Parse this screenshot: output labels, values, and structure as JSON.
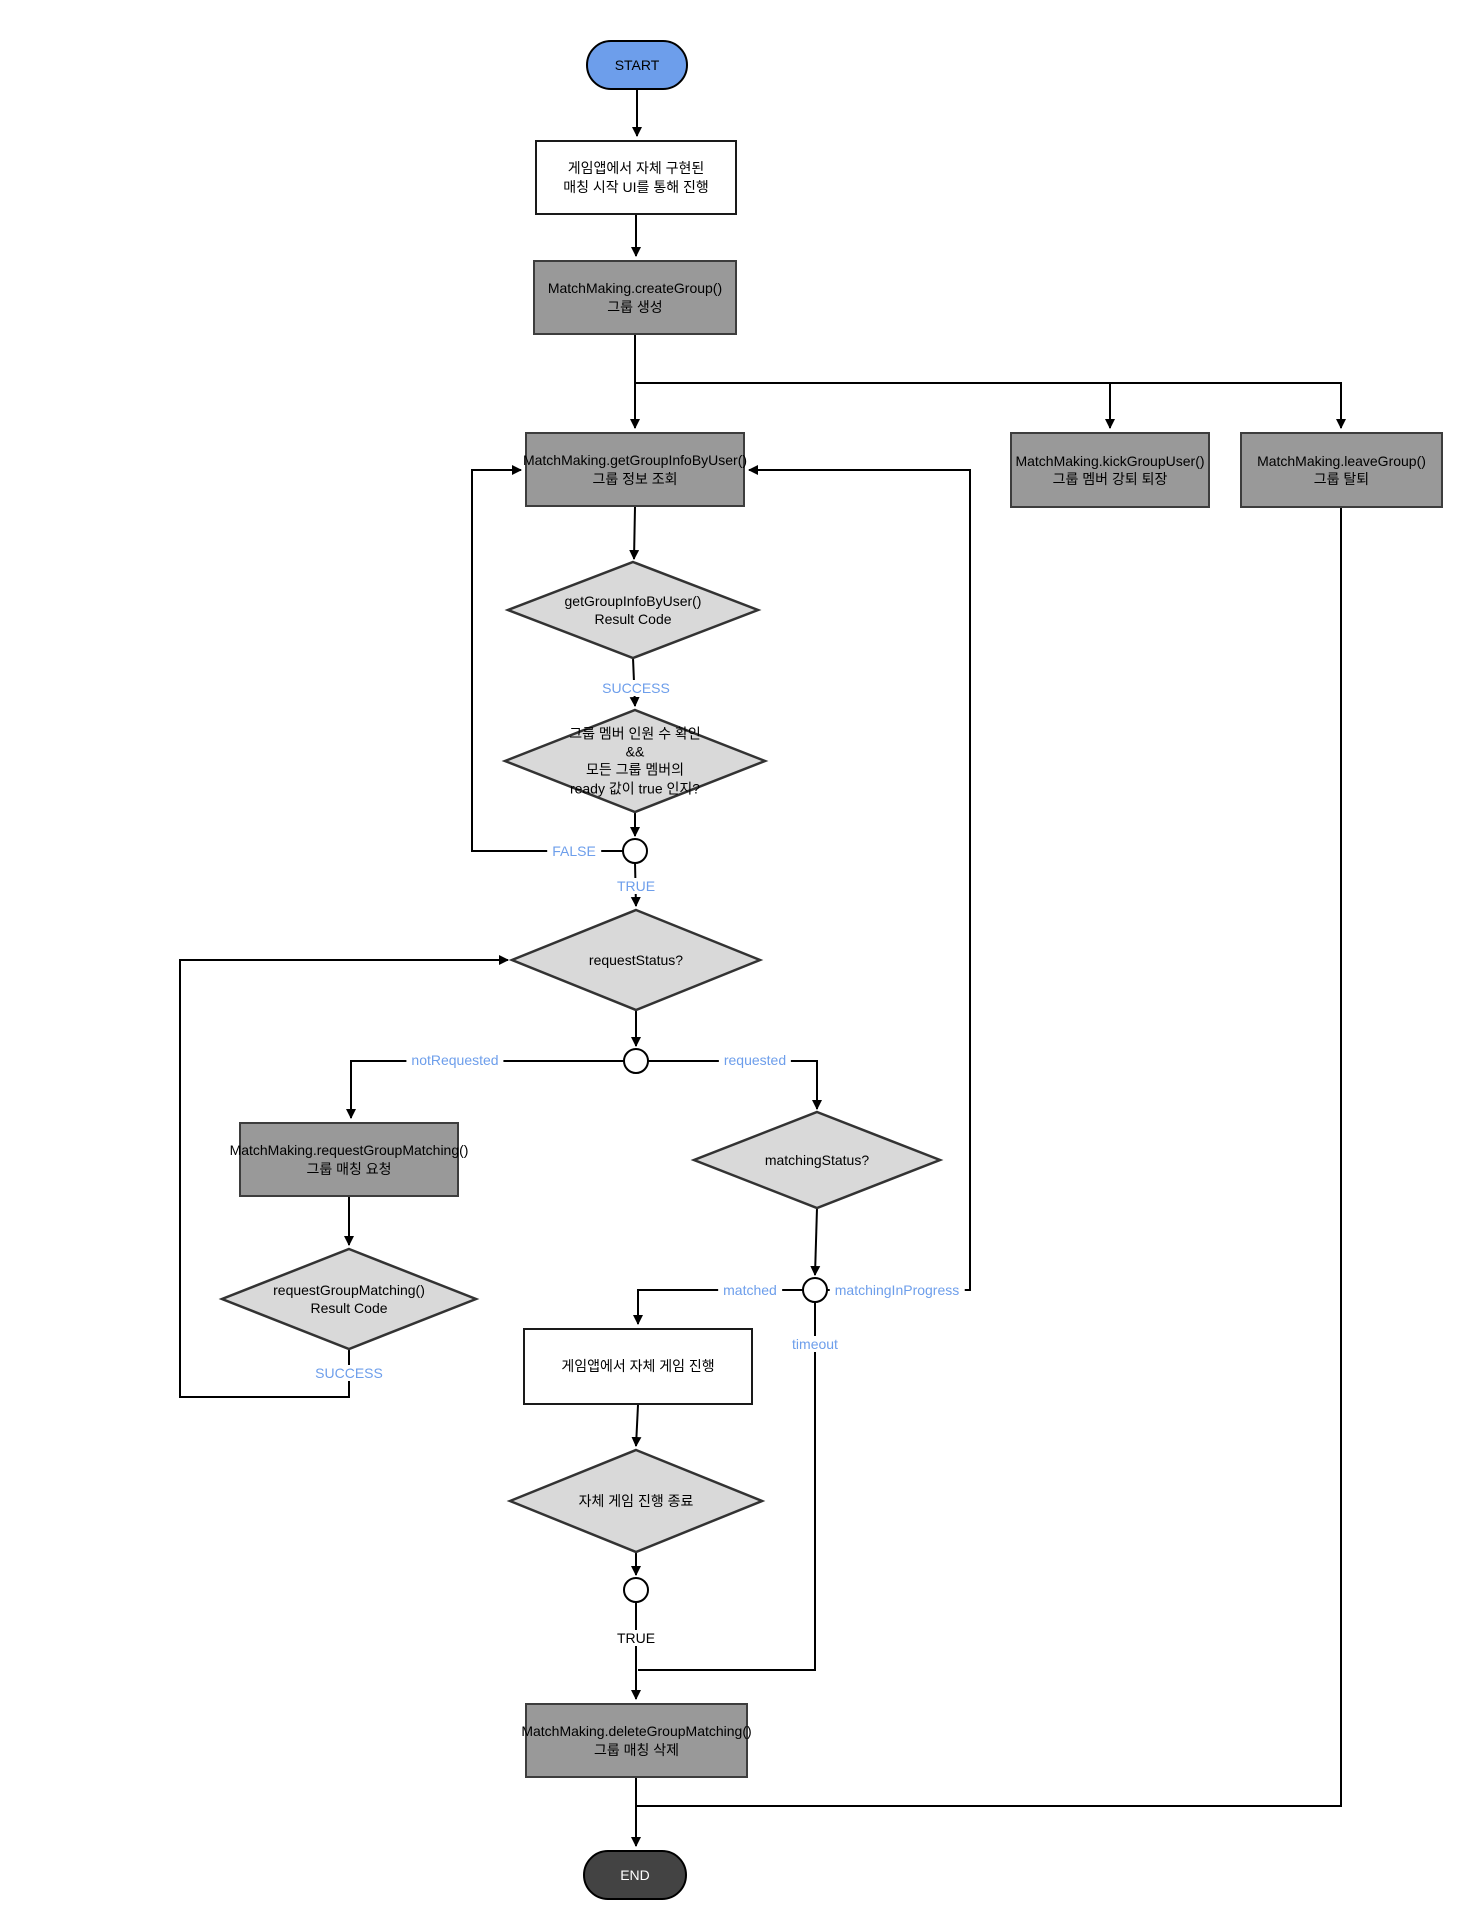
{
  "title": "MatchMaking group flow diagram",
  "nodes": {
    "start": "START",
    "matching_ui": "게임앱에서 자체 구현된\n매칭 시작 UI를 통해 진행",
    "create_group": "MatchMaking.createGroup()\n그룹 생성",
    "get_group_info": "MatchMaking.getGroupInfoByUser()\n그룹 정보 조회",
    "kick_group_user": "MatchMaking.kickGroupUser()\n그룹 멤버 강퇴 퇴장",
    "leave_group": "MatchMaking.leaveGroup()\n그룹 탈퇴",
    "get_info_result": "getGroupInfoByUser()\nResult Code",
    "member_ready_check": "그룹 멤버 인원 수 확인\n&&\n모든 그룹 멤버의\nready 값이 true 인지?",
    "request_status": "requestStatus?",
    "request_group_matching": "MatchMaking.requestGroupMatching()\n그룹 매칭 요청",
    "request_matching_result": "requestGroupMatching()\nResult Code",
    "matching_status": "matchingStatus?",
    "play_game": "게임앱에서 자체 게임 진행",
    "game_end": "자체 게임 진행 종료",
    "delete_group_matching": "MatchMaking.deleteGroupMatching()\n그룹 매칭 삭제",
    "end": "END"
  },
  "edge_labels": {
    "success_1": "SUCCESS",
    "false_1": "FALSE",
    "true_1": "TRUE",
    "not_requested": "notRequested",
    "requested": "requested",
    "success_2": "SUCCESS",
    "matched": "matched",
    "matching_in_progress": "matchingInProgress",
    "timeout": "timeout",
    "true_2": "TRUE"
  },
  "colors": {
    "start_fill": "#6d9eeb",
    "end_fill": "#434343",
    "process_fill": "#999999",
    "decision_fill": "#d9d9d9",
    "edge_label_blue": "#6d9eeb",
    "line": "#000000"
  }
}
